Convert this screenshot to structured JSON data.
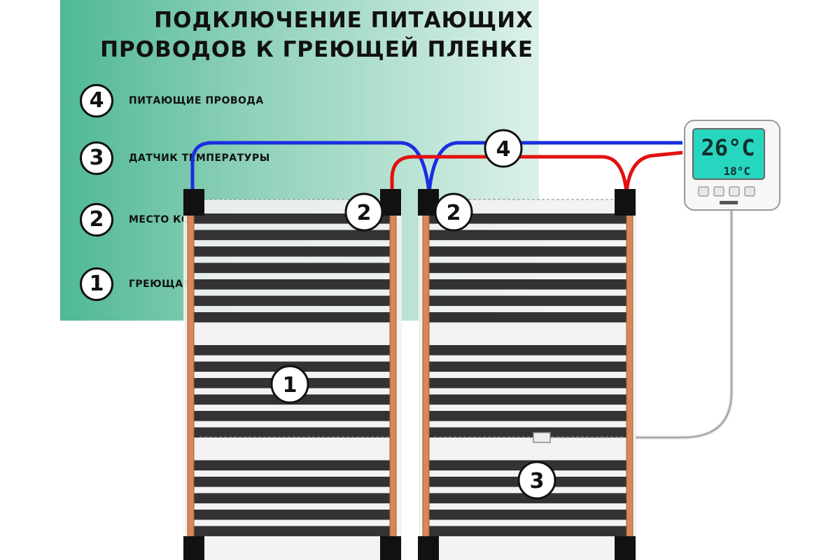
{
  "title": {
    "line1": "Подключение питающих",
    "line2": "проводов к греющей пленке"
  },
  "legend": [
    {
      "number": "4",
      "label": "ПИТАЮЩИЕ ПРОВОДА"
    },
    {
      "number": "3",
      "label": "ДАТЧИК ТЕМПЕРАТУРЫ"
    },
    {
      "number": "2",
      "label": "МЕСТО КОНТАКТА"
    },
    {
      "number": "1",
      "label": "ГРЕЮЩАЯ ПЛЕНКА"
    }
  ],
  "callouts": {
    "film": "1",
    "sensor": "3",
    "contact_left": "2",
    "contact_right": "2",
    "wires": "4"
  },
  "thermostat": {
    "main_temp": "26°C",
    "floor_temp": "18°C"
  },
  "colors": {
    "panel_start": "#4fb894",
    "panel_end": "#dcf1e8",
    "wire_blue": "#1a2ee0",
    "wire_red": "#e21010",
    "copper_bus": "#d9875a",
    "heating_strip": "#333333",
    "lcd": "#27d6bf"
  }
}
